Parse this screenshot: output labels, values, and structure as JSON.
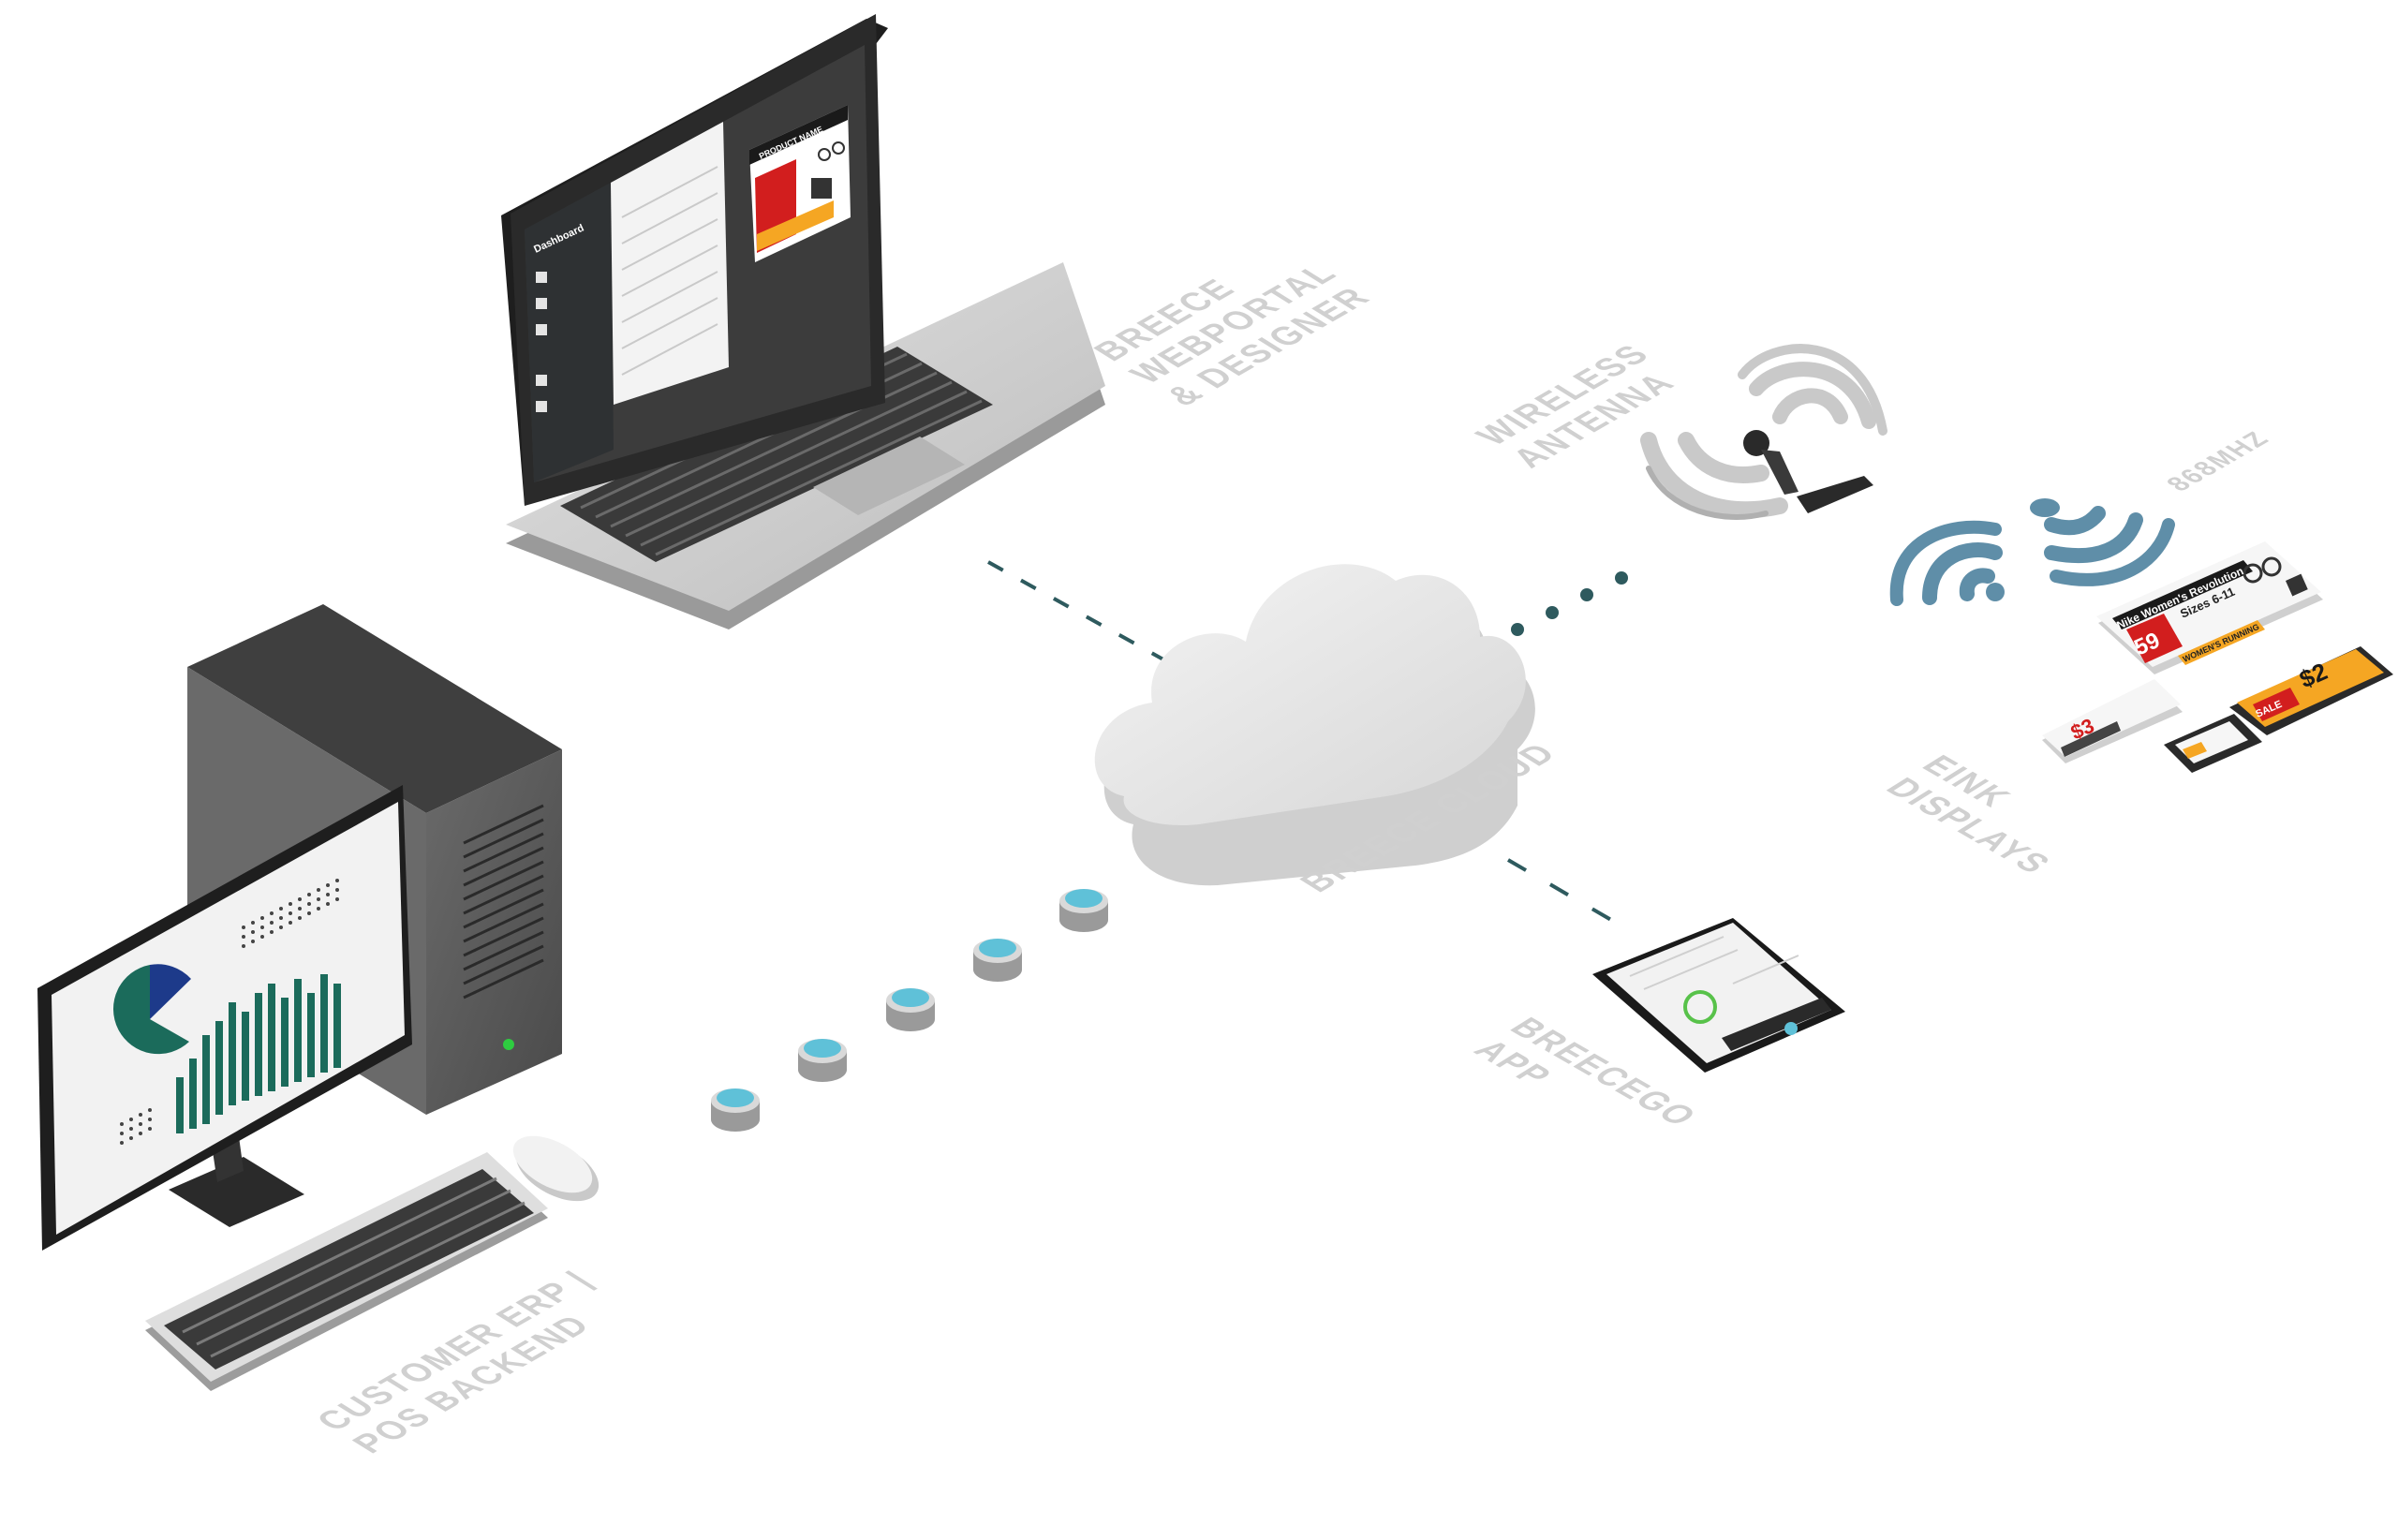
{
  "labels": {
    "webportal": [
      "BREECE",
      "WEBPORTAL",
      "& DESIGNER"
    ],
    "antenna": [
      "WIRELESS",
      "ANTENNA"
    ],
    "frequency": "868MHZ",
    "cloud": "BREECE CLOUD",
    "eink": [
      "EINK",
      "DISPLAYS"
    ],
    "app": [
      "BREECEGO",
      "APP"
    ],
    "erp": [
      "CUSTOMER ERP |",
      "POS BACKEND"
    ]
  },
  "laptop_screen": {
    "sidebar_title": "Dashboard",
    "card_header": "PRODUCT NAME"
  },
  "eink_tags": {
    "large": {
      "title": "Nike Women's Revolution",
      "size": "Sizes 6-11",
      "price": "59",
      "banner": "WOMEN'S RUNNING"
    },
    "small": {
      "price": "$3"
    },
    "orange": {
      "price": "$2",
      "badge": "SALE"
    }
  },
  "colors": {
    "cloud": "#e6e6e6",
    "label": "#d0d0d0",
    "connector": "#2e5a5e",
    "wifi_blue": "#5f8ea8",
    "chart_green": "#1b6b5b",
    "pie_blue": "#1d3a8a",
    "tag_red": "#d21e1e",
    "tag_orange": "#f5a623",
    "db_blue": "#5fc1d8"
  }
}
